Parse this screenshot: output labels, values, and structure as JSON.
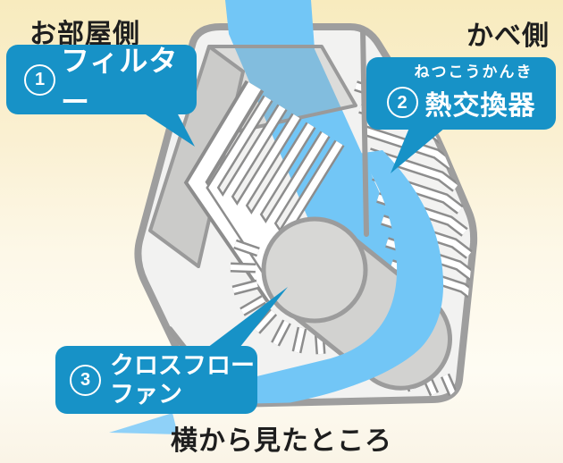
{
  "header": {
    "room_side": "お部屋側",
    "wall_side": "かべ側"
  },
  "caption": "横から見たところ",
  "callouts": {
    "filter": {
      "number": "1",
      "label": "フィルター"
    },
    "heat_exchanger": {
      "number": "2",
      "label": "熱交換器",
      "furigana": "ねつこうかんき"
    },
    "cross_flow_fan": {
      "number": "3",
      "label_line1": "クロスフロー",
      "label_line2": "ファン"
    }
  },
  "colors": {
    "label_blue": "#1792c7",
    "airflow_blue": "#72c6f6",
    "airflow_light_blue": "#8fd1f8",
    "casing_stroke": "#9e9e9e",
    "casing_fill": "#f2f2f1",
    "fin_outline": "#8d8d8d",
    "text_color": "#1e1e1e",
    "bg_top": "#f8ebbe",
    "bg_bottom": "#faf4e6"
  }
}
